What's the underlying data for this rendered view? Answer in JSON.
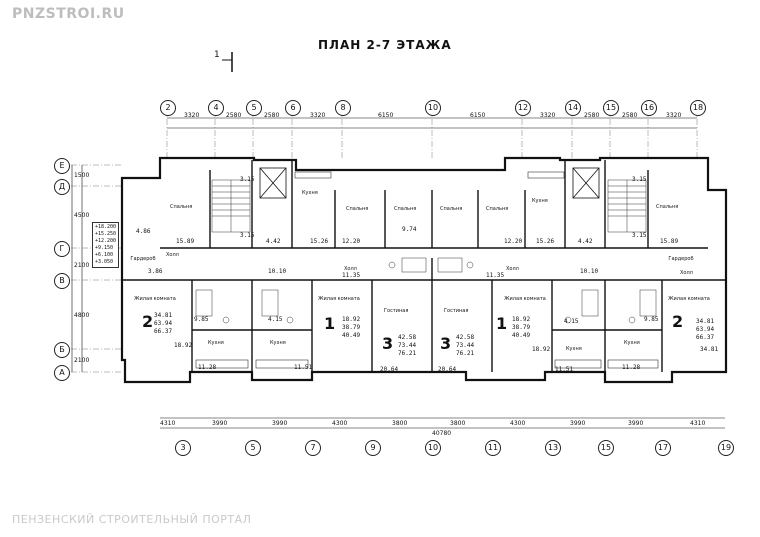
{
  "watermark": "PNZSTROI.RU",
  "footer_watermark": "ПЕНЗЕНСКИЙ СТРОИТЕЛЬНЫЙ ПОРТАЛ",
  "title": "ПЛАН 2-7 ЭТАЖА",
  "section_mark": "1",
  "axes_top": [
    "2",
    "4",
    "5",
    "6",
    "8",
    "10",
    "12",
    "14",
    "15",
    "16",
    "18"
  ],
  "axes_bottom": [
    "3",
    "5",
    "7",
    "9",
    "10",
    "11",
    "13",
    "15",
    "17",
    "19"
  ],
  "axes_left": [
    "Е",
    "Д",
    "Г",
    "В",
    "Б",
    "А"
  ],
  "dims_top": [
    "3320",
    "2580",
    "2580",
    "3320",
    "6150",
    "3320",
    "2580",
    "2580",
    "3320"
  ],
  "dims_bottom": [
    "4310",
    "3990",
    "3990",
    "4300",
    "3800",
    "3800",
    "4300",
    "3990",
    "3990",
    "4310"
  ],
  "dim_total": "40780",
  "dims_left": [
    "1500",
    "4500",
    "2100",
    "4800",
    "2100"
  ],
  "levels": [
    "+18.200",
    "+15.250",
    "+12.200",
    "+9.150",
    "+6.100",
    "+3.050"
  ],
  "rooms": {
    "bedroom": "Спальня",
    "kitchen": "Кухня",
    "hall": "Холл",
    "living": "Жилая комната",
    "guest": "Гостиная",
    "wardrobe": "Гардероб"
  },
  "apartments": [
    "2",
    "1",
    "3",
    "3",
    "1",
    "2"
  ],
  "areas": {
    "a1": "15.89",
    "a2": "4.42",
    "a3": "15.26",
    "a4": "12.20",
    "a5": "9.74",
    "a6": "12.20",
    "a7": "15.26",
    "a8": "4.42",
    "a9": "15.89",
    "b1": "34.81",
    "b2": "63.94",
    "b3": "66.37",
    "c1": "18.92",
    "c2": "38.79",
    "c3": "40.49",
    "d1": "42.58",
    "d2": "73.44",
    "d3": "76.21",
    "e1": "42.58",
    "e2": "73.44",
    "e3": "76.21",
    "f1": "18.92",
    "f2": "38.79",
    "f3": "40.49",
    "g1": "34.81",
    "g2": "63.94",
    "g3": "66.37",
    "k1": "11.28",
    "k2": "11.51",
    "k3": "20.64",
    "k4": "20.64",
    "k5": "11.51",
    "k6": "11.28",
    "h1": "10.10",
    "h2": "11.35",
    "h3": "11.35",
    "h4": "10.10",
    "s1": "3.15",
    "s2": "3.15",
    "s3": "3.15",
    "s4": "3.15",
    "w1": "3.86",
    "w2": "4.86",
    "w3": "9.85",
    "w4": "4.15",
    "w5": "4.15",
    "w6": "9.85"
  }
}
